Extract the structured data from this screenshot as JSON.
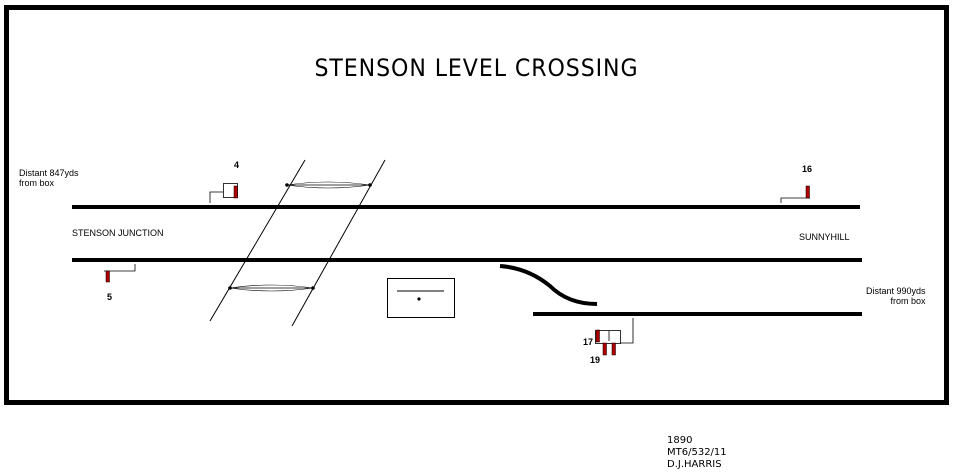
{
  "title": "STENSON LEVEL CROSSING",
  "locations": {
    "left": "STENSON JUNCTION",
    "right": "SUNNYHILL"
  },
  "distants": {
    "left_line1": "Distant 847yds",
    "left_line2": "from box",
    "right_line1": "Distant 990yds",
    "right_line2": "from box"
  },
  "signals": {
    "s4": "4",
    "s5": "5",
    "s16": "16",
    "s17": "17",
    "s19": "19"
  },
  "credits": {
    "year": "1890",
    "ref": "MT6/532/11",
    "author": "D.J.HARRIS"
  },
  "colors": {
    "signal": "#b00000",
    "line": "#000000"
  }
}
